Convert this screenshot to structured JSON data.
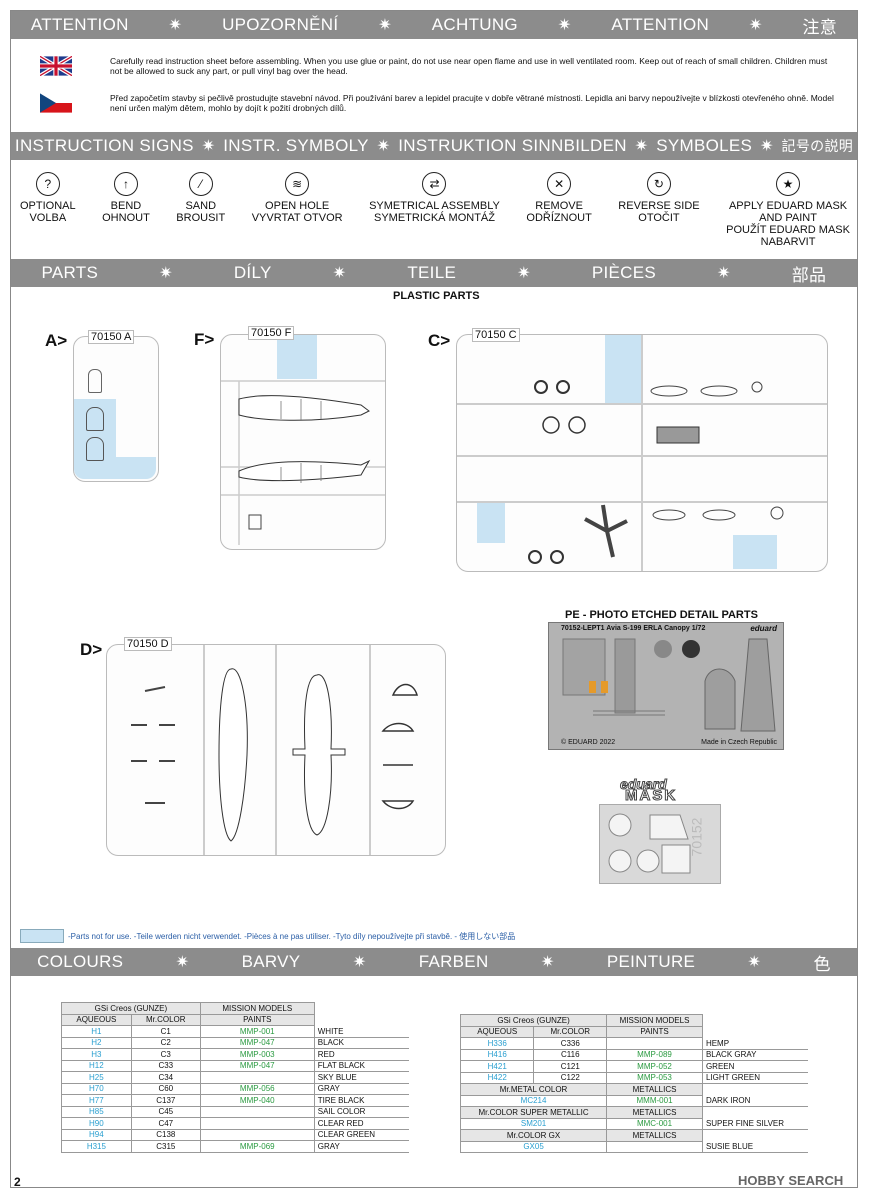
{
  "attention_band": [
    "ATTENTION",
    "UPOZORNĚNÍ",
    "ACHTUNG",
    "ATTENTION",
    "注意"
  ],
  "warnings": {
    "en": "Carefully read instruction sheet before assembling. When you use glue or paint, do not use near open flame and use in well ventilated room. Keep out of reach of small children. Children must not be allowed to suck any part, or pull vinyl bag over the head.",
    "cz": "Před započetím stavby si pečlivě prostudujte stavební návod. Při používání barev a lepidel pracujte v dobře větrané místnosti. Lepidla ani barvy nepoužívejte v blízkosti otevřeného ohně. Model není určen malým dětem, mohlo by dojít k požití drobných dílů."
  },
  "signs_band": [
    "INSTRUCTION SIGNS",
    "INSTR. SYMBOLY",
    "INSTRUKTION SINNBILDEN",
    "SYMBOLES",
    "記号の説明"
  ],
  "signs": [
    {
      "icon": "question-icon",
      "glyph": "?",
      "l1": "OPTIONAL",
      "l2": "VOLBA",
      "l3": "",
      "l4": ""
    },
    {
      "icon": "bend-icon",
      "glyph": "↑",
      "l1": "BEND",
      "l2": "OHNOUT",
      "l3": "",
      "l4": ""
    },
    {
      "icon": "sand-icon",
      "glyph": "⁄",
      "l1": "SAND",
      "l2": "BROUSIT",
      "l3": "",
      "l4": ""
    },
    {
      "icon": "drill-icon",
      "glyph": "≋",
      "l1": "OPEN HOLE",
      "l2": "VYVRTAT OTVOR",
      "l3": "",
      "l4": ""
    },
    {
      "icon": "symmetry-icon",
      "glyph": "⇄",
      "l1": "SYMETRICAL ASSEMBLY",
      "l2": "SYMETRICKÁ MONTÁŽ",
      "l3": "",
      "l4": ""
    },
    {
      "icon": "remove-icon",
      "glyph": "✕",
      "l1": "REMOVE",
      "l2": "ODŘÍZNOUT",
      "l3": "",
      "l4": ""
    },
    {
      "icon": "reverse-icon",
      "glyph": "↻",
      "l1": "REVERSE SIDE",
      "l2": "OTOČIT",
      "l3": "",
      "l4": ""
    },
    {
      "icon": "mask-icon",
      "glyph": "★",
      "l1": "APPLY EDUARD MASK",
      "l2": "AND PAINT",
      "l3": "POUŽÍT EDUARD MASK",
      "l4": "NABARVIT"
    }
  ],
  "parts_band": [
    "PARTS",
    "DÍLY",
    "TEILE",
    "PIÈCES",
    "部品"
  ],
  "plastic_parts_title": "PLASTIC PARTS",
  "sprues": {
    "a": {
      "letter": "A>",
      "label": "70150 A"
    },
    "f": {
      "letter": "F>",
      "label": "70150 F"
    },
    "c": {
      "letter": "C>",
      "label": "70150 C"
    },
    "d": {
      "letter": "D>",
      "label": "70150 D"
    }
  },
  "pe": {
    "title": "PE - PHOTO ETCHED DETAIL PARTS",
    "header": "70152-LEPT1  Avia S-199 ERLA Canopy   1/72",
    "brand": "eduard",
    "copyright": "© EDUARD 2022",
    "made": "Made in Czech Republic"
  },
  "mask": {
    "brand": "eduard",
    "word": "MASK",
    "code": "70152"
  },
  "legend_note": "-Parts not for use. -Teile werden nicht verwendet. -Pièces à ne pas utiliser. -Tyto díly nepoužívejte při stavbě. -  使用しない部品",
  "colours_band": [
    "COLOURS",
    "BARVY",
    "FARBEN",
    "PEINTURE",
    "色"
  ],
  "table1": {
    "h1": "GSi Creos (GUNZE)",
    "h2": "MISSION MODELS",
    "c1": "AQUEOUS",
    "c2": "Mr.COLOR",
    "c3": "PAINTS",
    "rows": [
      {
        "a": "H1",
        "b": "C1",
        "c": "MMP-001",
        "n": "WHITE"
      },
      {
        "a": "H2",
        "b": "C2",
        "c": "MMP-047",
        "n": "BLACK"
      },
      {
        "a": "H3",
        "b": "C3",
        "c": "MMP-003",
        "n": "RED"
      },
      {
        "a": "H12",
        "b": "C33",
        "c": "MMP-047",
        "n": "FLAT BLACK"
      },
      {
        "a": "H25",
        "b": "C34",
        "c": "",
        "n": "SKY BLUE"
      },
      {
        "a": "H70",
        "b": "C60",
        "c": "MMP-056",
        "n": "GRAY"
      },
      {
        "a": "H77",
        "b": "C137",
        "c": "MMP-040",
        "n": "TIRE BLACK"
      },
      {
        "a": "H85",
        "b": "C45",
        "c": "",
        "n": "SAIL COLOR"
      },
      {
        "a": "H90",
        "b": "C47",
        "c": "",
        "n": "CLEAR RED"
      },
      {
        "a": "H94",
        "b": "C138",
        "c": "",
        "n": "CLEAR GREEN"
      },
      {
        "a": "H315",
        "b": "C315",
        "c": "MMP-069",
        "n": "GRAY"
      }
    ]
  },
  "table2": {
    "h1": "GSi Creos (GUNZE)",
    "h2": "MISSION MODELS",
    "c1": "AQUEOUS",
    "c2": "Mr.COLOR",
    "c3": "PAINTS",
    "rows": [
      {
        "a": "H336",
        "b": "C336",
        "c": "",
        "n": "HEMP"
      },
      {
        "a": "H416",
        "b": "C116",
        "c": "MMP-089",
        "n": "BLACK GRAY"
      },
      {
        "a": "H421",
        "b": "C121",
        "c": "MMP-052",
        "n": "GREEN"
      },
      {
        "a": "H422",
        "b": "C122",
        "c": "MMP-053",
        "n": "LIGHT GREEN"
      }
    ],
    "s1": "Mr.METAL COLOR",
    "s1b": "METALLICS",
    "r5": {
      "a": "MC214",
      "c": "MMM-001",
      "n": "DARK IRON"
    },
    "s2": "Mr.COLOR SUPER METALLIC",
    "s2b": "METALLICS",
    "r6": {
      "a": "SM201",
      "c": "MMC-001",
      "n": "SUPER FINE SILVER"
    },
    "s3": "Mr.COLOR GX",
    "s3b": "METALLICS",
    "r7": {
      "a": "GX05",
      "c": "",
      "n": "SUSIE BLUE"
    }
  },
  "page_number": "2",
  "watermark": "HOBBY SEARCH"
}
